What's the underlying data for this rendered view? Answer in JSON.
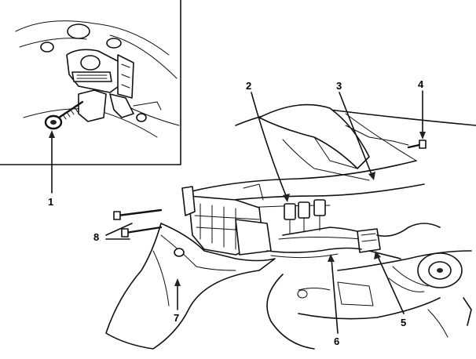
{
  "diagram": {
    "callouts": [
      {
        "id": "1",
        "label": "1"
      },
      {
        "id": "2",
        "label": "2"
      },
      {
        "id": "3",
        "label": "3"
      },
      {
        "id": "4",
        "label": "4"
      },
      {
        "id": "5",
        "label": "5"
      },
      {
        "id": "6",
        "label": "6"
      },
      {
        "id": "7",
        "label": "7"
      },
      {
        "id": "8",
        "label": "8"
      }
    ],
    "colors": {
      "ink": "#000000",
      "paper": "#ffffff"
    }
  }
}
